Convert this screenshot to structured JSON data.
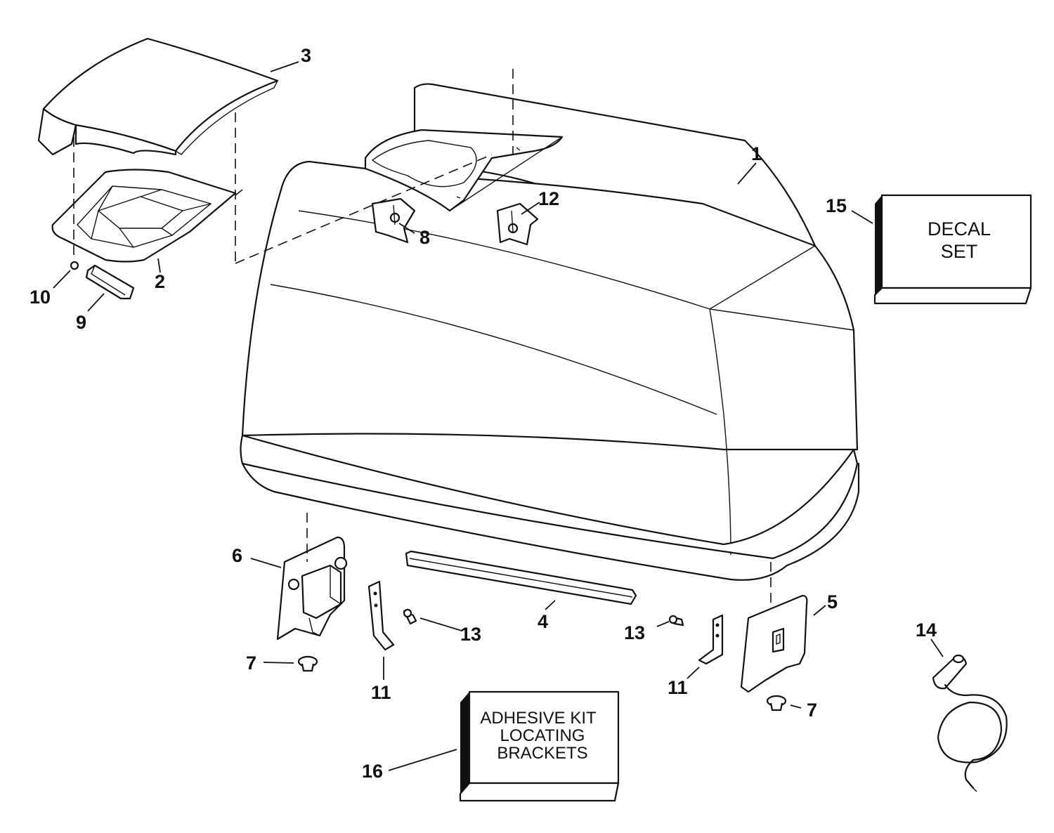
{
  "callouts": {
    "c1": "1",
    "c2": "2",
    "c3": "3",
    "c4": "4",
    "c5": "5",
    "c6": "6",
    "c7a": "7",
    "c7b": "7",
    "c8": "8",
    "c9": "9",
    "c10": "10",
    "c11a": "11",
    "c11b": "11",
    "c12": "12",
    "c13a": "13",
    "c13b": "13",
    "c14": "14",
    "c15": "15",
    "c16": "16"
  },
  "boxes": {
    "decal_line1": "DECAL",
    "decal_line2": "SET",
    "adhesive_line1": "ADHESIVE KIT",
    "adhesive_line2": "LOCATING",
    "adhesive_line3": "BRACKETS"
  }
}
